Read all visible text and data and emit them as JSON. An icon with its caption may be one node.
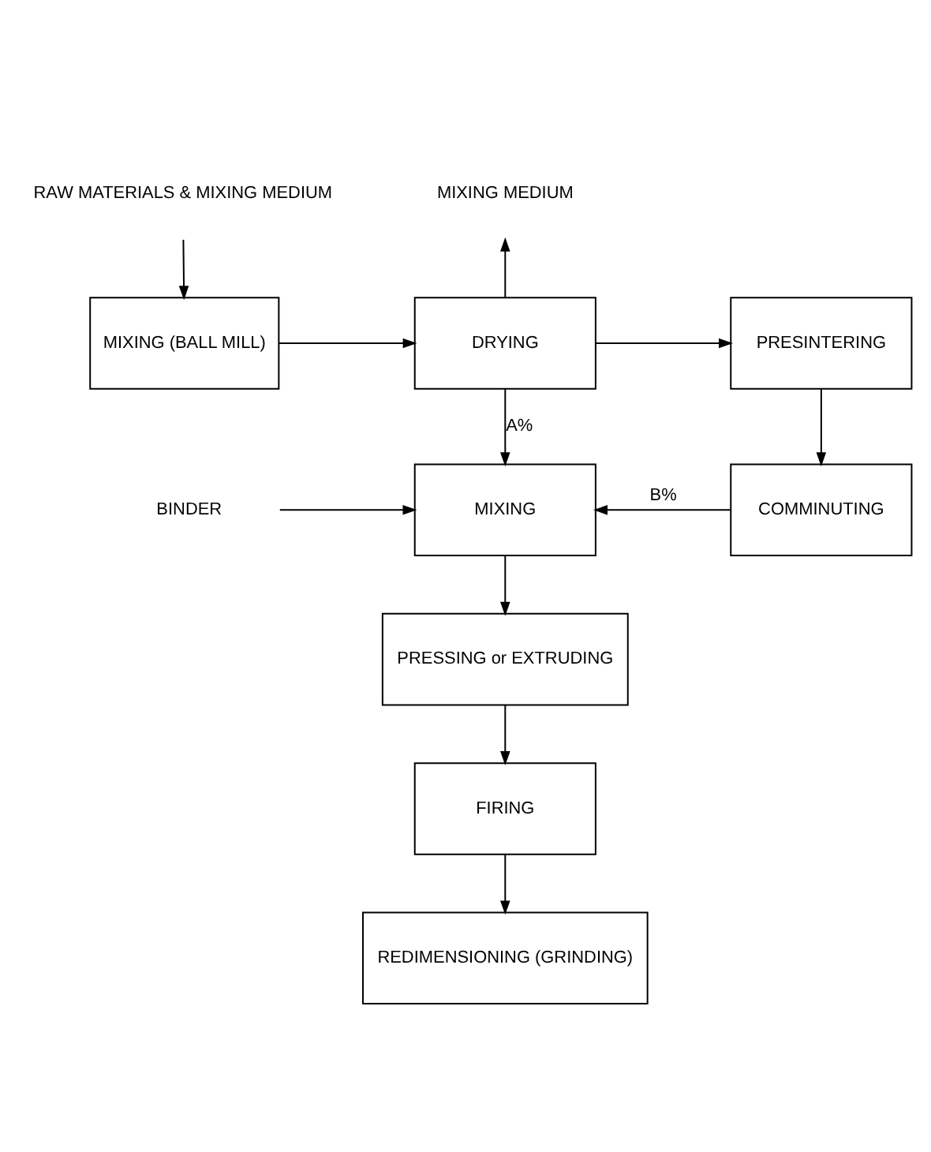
{
  "diagram": {
    "nodes": [
      {
        "text": [
          "RAW MATERIALS & MIXING MEDIUM"
        ]
      },
      {
        "text": [
          "MIXING (BALL MILL)"
        ]
      },
      {
        "text": [
          "DRYING"
        ]
      },
      {
        "text": [
          "MIXING MEDIUM"
        ]
      },
      {
        "text": [
          "PRESINTERING"
        ]
      },
      {
        "text": [
          "BINDER"
        ]
      },
      {
        "text": [
          "MIXING"
        ]
      },
      {
        "text": [
          "COMMINUTING"
        ]
      },
      {
        "text": [
          "PRESSING or EXTRUDING"
        ]
      },
      {
        "text": [
          "FIRING"
        ]
      },
      {
        "text": [
          "REDIMENSIONING (GRINDING)"
        ]
      }
    ],
    "edges": [
      {
        "from": 0,
        "to": 1,
        "arrow": "to"
      },
      {
        "from": 1,
        "to": 2,
        "arrow": "to"
      },
      {
        "from": 2,
        "to": 3,
        "arrow": "to"
      },
      {
        "from": 2,
        "to": 4,
        "arrow": "to"
      },
      {
        "from": 2,
        "to": 6,
        "arrow": "to",
        "label": "A%"
      },
      {
        "from": 4,
        "to": 7,
        "arrow": "to"
      },
      {
        "from": 7,
        "to": 6,
        "arrow": "to",
        "label": "B%"
      },
      {
        "from": 5,
        "to": 6,
        "arrow": "to"
      },
      {
        "from": 6,
        "to": 8,
        "arrow": "to"
      },
      {
        "from": 8,
        "to": 9,
        "arrow": "to"
      },
      {
        "from": 9,
        "to": 10,
        "arrow": "to"
      }
    ]
  }
}
